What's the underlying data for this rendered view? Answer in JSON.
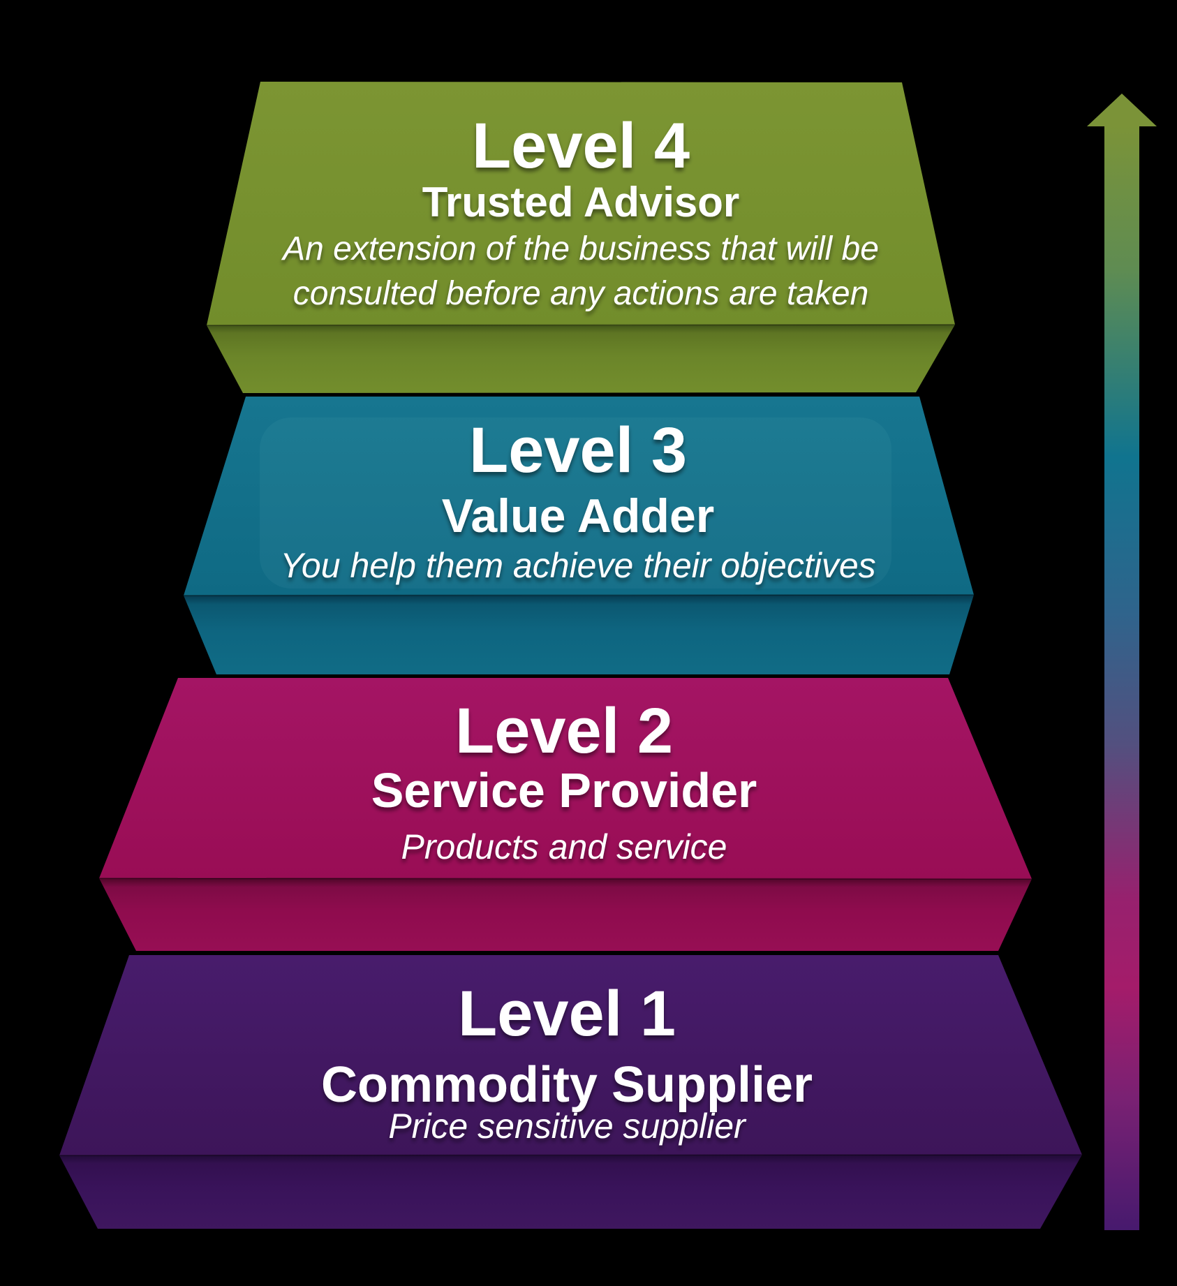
{
  "background_color": "#000000",
  "text_color": "#FFFFFF",
  "levels": [
    {
      "title": "Level 4",
      "role": "Trusted Advisor",
      "description_lines": [
        "An extension of the business  that will be",
        "consulted before any actions are taken"
      ],
      "color": "#78922E"
    },
    {
      "title": "Level 3",
      "role": "Value Adder",
      "description_lines": [
        "You help them achieve their objectives"
      ],
      "color": "#12708A"
    },
    {
      "title": "Level 2",
      "role": "Service Provider",
      "description_lines": [
        "Products and service"
      ],
      "color": "#9D0F58"
    },
    {
      "title": "Level 1",
      "role": "Commodity Supplier",
      "description_lines": [
        "Price sensitive supplier"
      ],
      "color": "#421A62"
    }
  ],
  "arrow": {
    "direction": "up",
    "top_color": "#7B9338",
    "upper_mid_color": "#10748F",
    "lower_mid_color": "#A41C6A",
    "bottom_color": "#471A6E"
  }
}
